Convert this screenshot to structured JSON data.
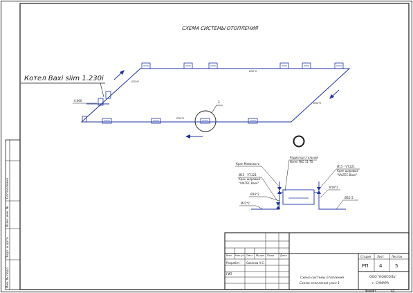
{
  "drawing": {
    "title": "СХЕМА СИСТЕМЫ ОТОПЛЕНИЯ",
    "boiler_label": "Котел Baxi slim 1.230i",
    "main_level": "0.000",
    "callout_number": "1",
    "pipe_labels": [
      "Ø32*2",
      "Ø32*2",
      "Ø32*2",
      "Ø32*2"
    ],
    "detail": {
      "valve_mayevsky": "Кран Маевского",
      "radiator_line1": "Радиатор стальной",
      "radiator_line2": "Kermi FKO 11 TS",
      "valve_left_1": "Ø15 - VT.221",
      "valve_left_2": "Кран шаровый",
      "valve_left_3": "\"VALTEC Base\"",
      "valve_right_1": "Ø15 - VT.221",
      "valve_right_2": "Кран шаровый",
      "valve_right_3": "\"VALTEC Base\"",
      "pipe_left_a": "Ø16*2",
      "pipe_left_b": "Ø32*2",
      "pipe_right_a": "Ø16*2",
      "pipe_right_b": "Ø32*2"
    }
  },
  "title_block": {
    "headers": [
      "Изм.",
      "Кол.уч",
      "Лист",
      "№ док.",
      "Подп.",
      "Дата"
    ],
    "developer_role": "Разработ.",
    "developer_name": "Сазанов А.С.",
    "gip": "ГИП",
    "stage_header": "Стадия",
    "sheet_header": "Лист",
    "sheets_header": "Листов",
    "stage": "РП",
    "sheet": "4",
    "sheets": "5",
    "desc_line1": "Схема системы отопления",
    "desc_line2": "Схема отопления узел 1",
    "company_line1": "ООО \"КОНСОЛЬ\"",
    "company_line2": "г. САМАРА",
    "format_label": "Формат",
    "format_value": "А3"
  },
  "left_stamp": {
    "labels": [
      "Согласовано",
      "Взам. инв. №",
      "Подп. и дата",
      "Инв. № подл."
    ]
  }
}
